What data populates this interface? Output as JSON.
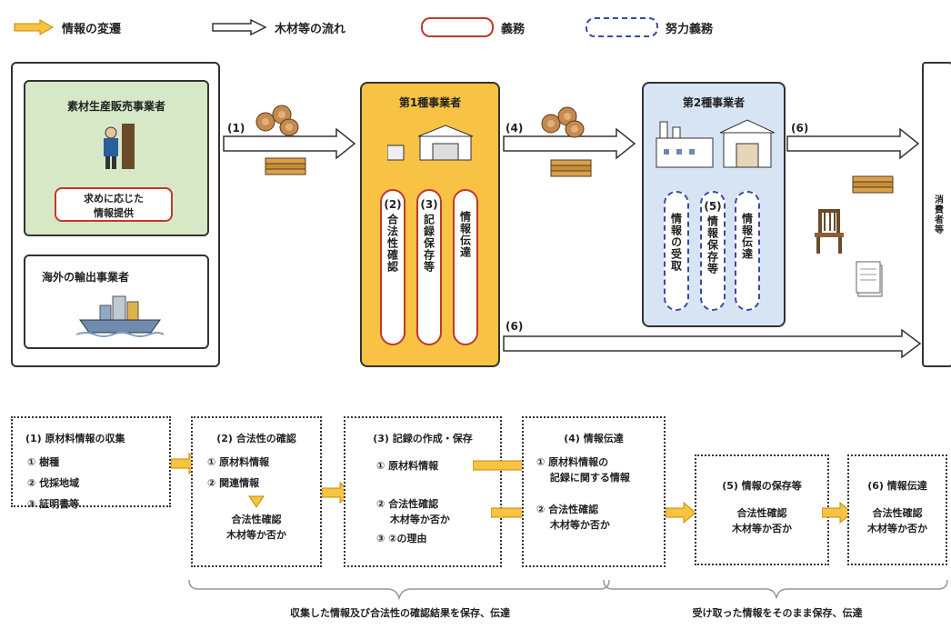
{
  "legend": {
    "info_flow": "情報の変遷",
    "wood_flow": "木材等の流れ",
    "obligation": "義務",
    "effort_obligation": "努力義務"
  },
  "material_producer": {
    "title": "素材生産販売事業者",
    "note": "求めに応じた\n情報提供"
  },
  "overseas_exporter": {
    "title": "海外の輸出事業者"
  },
  "first_type": {
    "title": "第1種事業者",
    "items": [
      {
        "num": "(2)",
        "label": "合法性確認"
      },
      {
        "num": "(3)",
        "label": "記録保存等"
      },
      {
        "num": "",
        "label": "情報伝達"
      }
    ]
  },
  "second_type": {
    "title": "第2種事業者",
    "items": [
      {
        "num": "",
        "label": "情報の受取"
      },
      {
        "num": "(5)",
        "label": "情報保存等"
      },
      {
        "num": "",
        "label": "情報伝達"
      }
    ]
  },
  "consumer": {
    "label": "消費者等"
  },
  "arrow_labels": {
    "a1": "(1)",
    "a4": "(4)",
    "a6_top": "(6)",
    "a6_bottom": "(6)"
  },
  "steps": {
    "s1": {
      "title": "(1) 原材料情報の収集",
      "items": [
        "① 樹種",
        "② 伐採地域",
        "③ 証明書等"
      ]
    },
    "s2": {
      "title": "(2) 合法性の確認",
      "items": [
        "① 原材料情報",
        "② 関連情報"
      ],
      "result": "合法性確認\n木材等か否か"
    },
    "s3": {
      "title": "(3) 記録の作成・保存",
      "i1": "① 原材料情報",
      "i2": "② 合法性確認\n　 木材等か否か",
      "i3": "③ ②の理由"
    },
    "s4": {
      "title": "(4) 情報伝達",
      "i1": "① 原材料情報の\n　 記録に関する情報",
      "i2": "② 合法性確認\n　 木材等か否か"
    },
    "s5": {
      "title": "(5) 情報の保存等",
      "body": "合法性確認\n木材等か否か"
    },
    "s6": {
      "title": "(6) 情報伝達",
      "body": "合法性確認\n木材等か否か"
    }
  },
  "braces": {
    "left": "収集した情報及び合法性の確認結果を保存、伝達",
    "right": "受け取った情報をそのまま保存、伝達"
  }
}
